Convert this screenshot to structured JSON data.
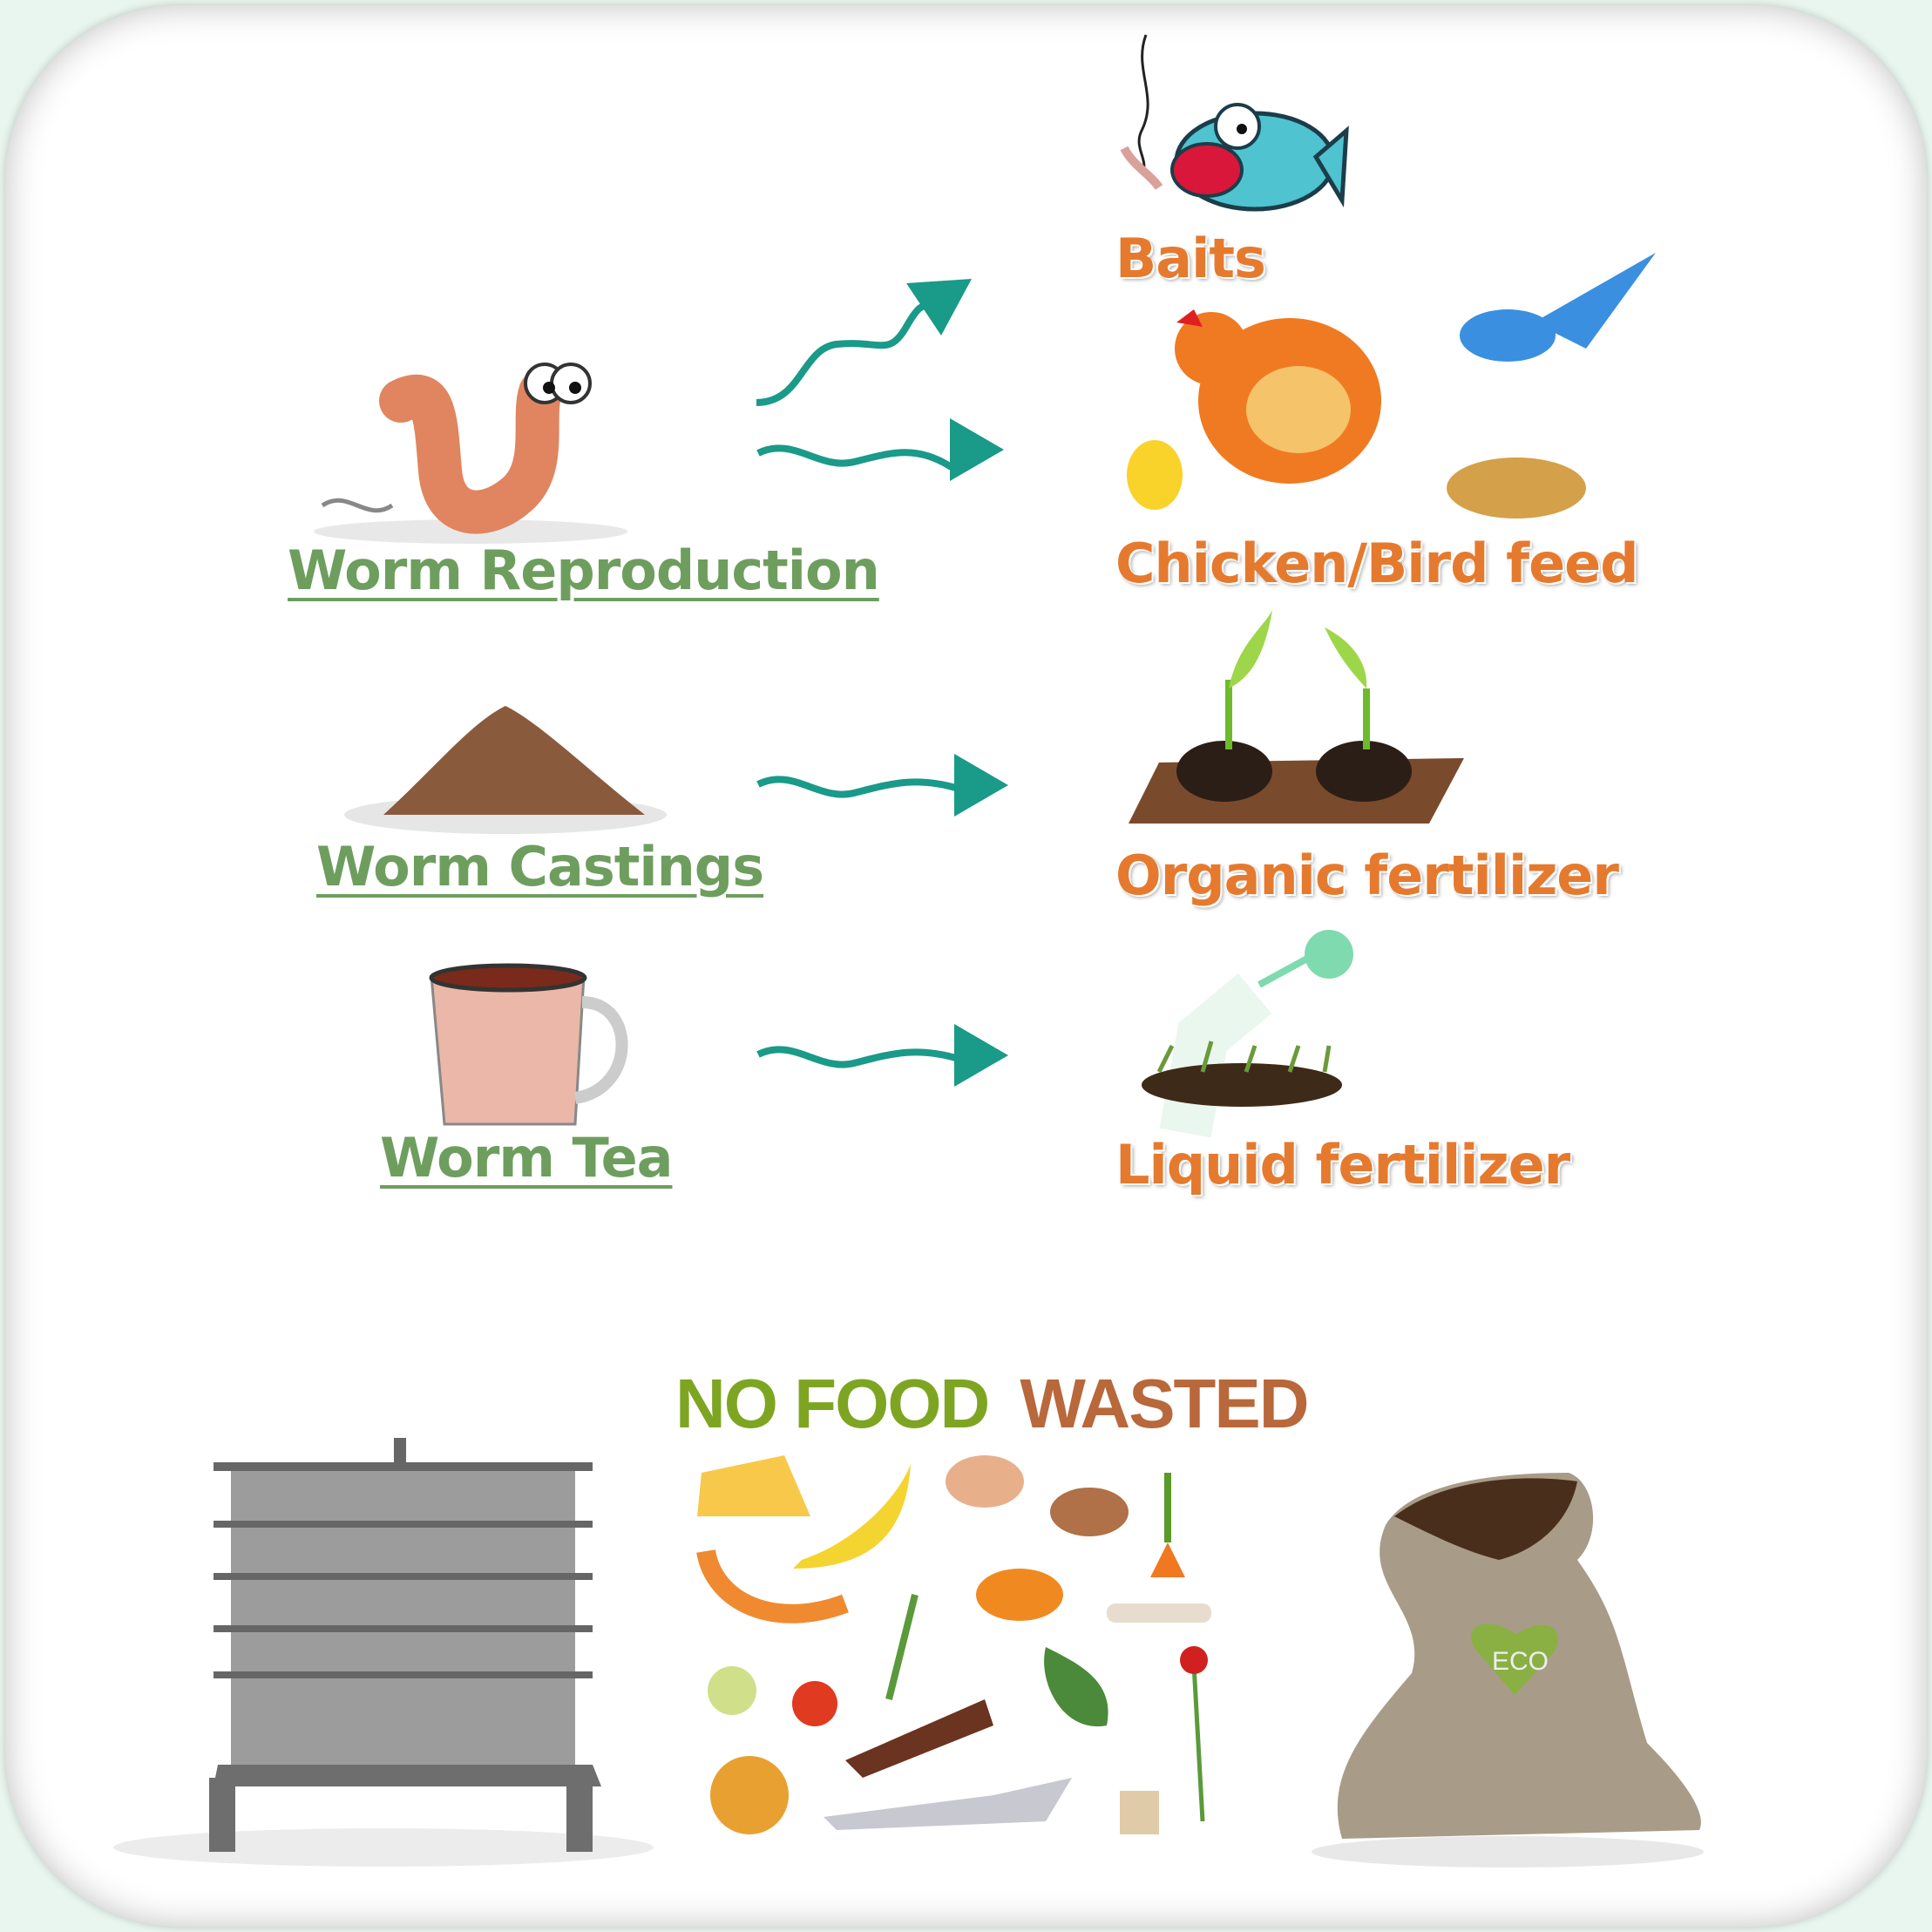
{
  "sources": [
    {
      "label": "Worm Reproduction"
    },
    {
      "label": "Worm Castings"
    },
    {
      "label": "Worm Tea"
    }
  ],
  "products": [
    {
      "label": "Baits"
    },
    {
      "label": "Chicken/Bird feed"
    },
    {
      "label": "Organic fertilizer"
    },
    {
      "label": "Liquid fertilizer"
    }
  ],
  "banner": {
    "part1": "NO FOOD",
    "part2": "WASTED"
  },
  "bag_badge": "ECO",
  "colors": {
    "source_text": "#6e9e5e",
    "product_text": "#e57a2e",
    "arrow": "#1a9a88",
    "banner_green": "#7ea521",
    "banner_brown": "#b8683a"
  }
}
